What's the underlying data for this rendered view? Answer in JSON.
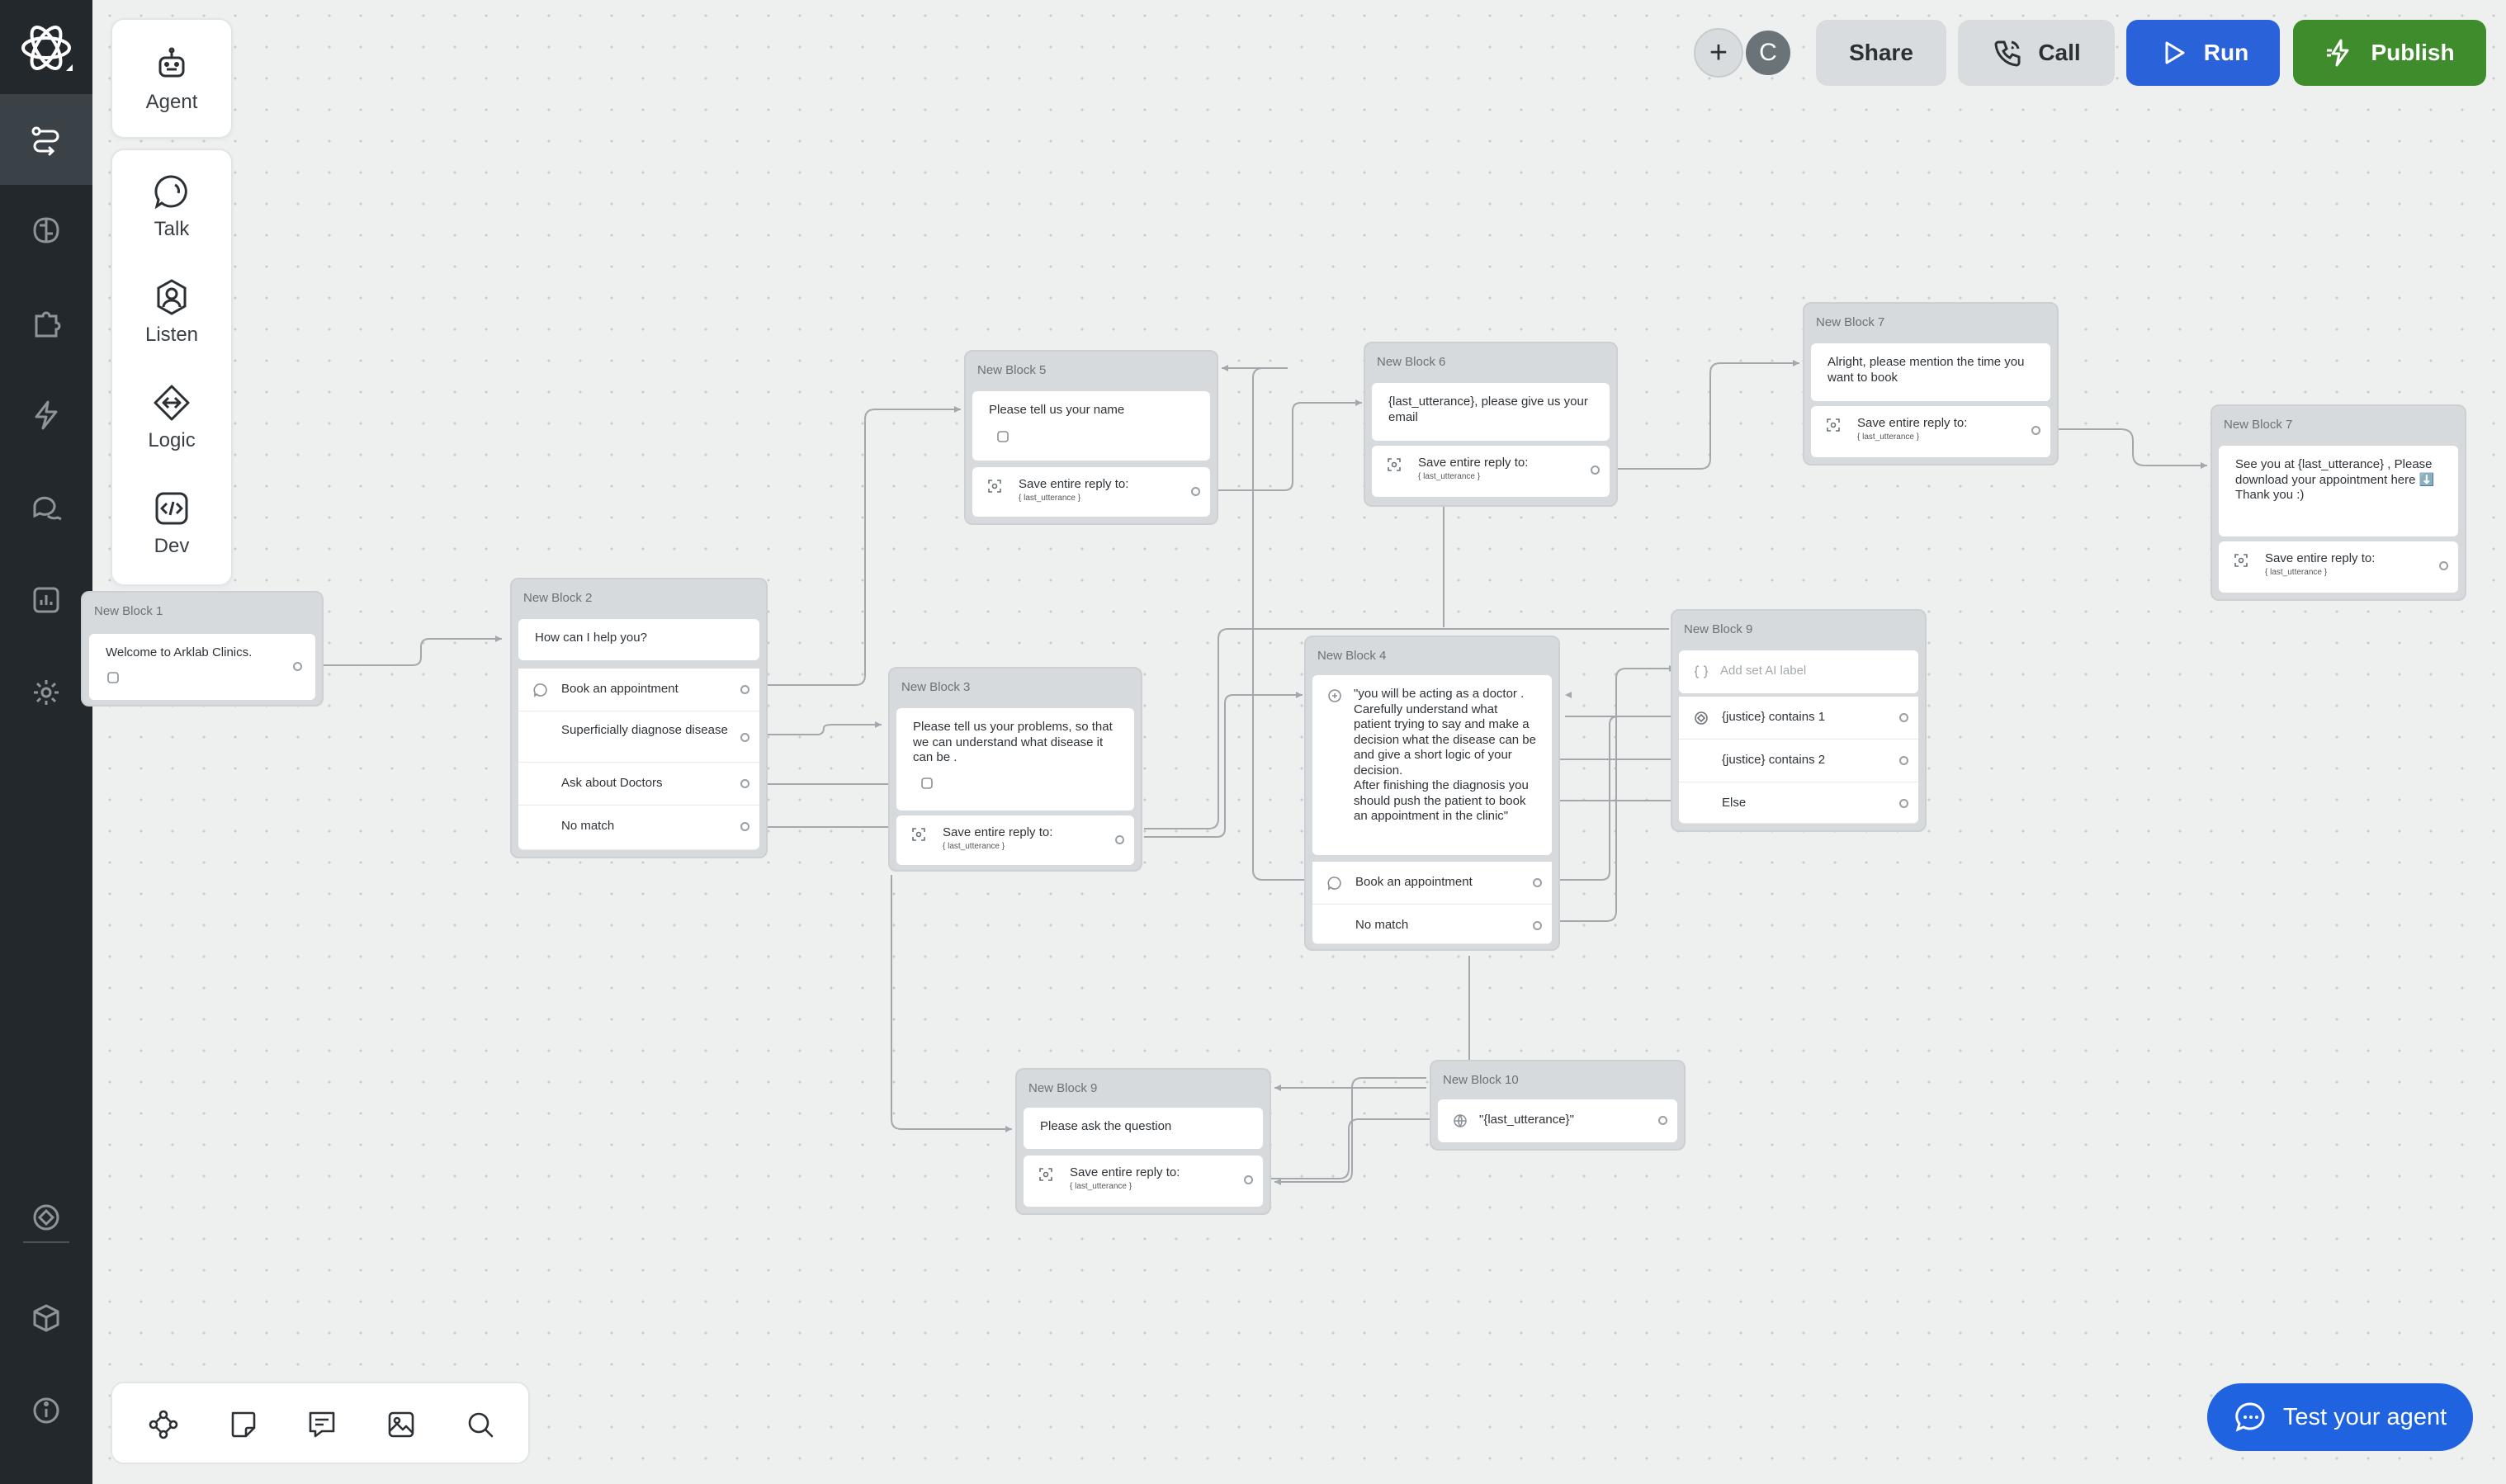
{
  "toolbar": {
    "add_label": "+",
    "avatar_initial": "C",
    "share_label": "Share",
    "call_label": "Call",
    "run_label": "Run",
    "publish_label": "Publish"
  },
  "palette": {
    "agent_label": "Agent",
    "talk_label": "Talk",
    "listen_label": "Listen",
    "logic_label": "Logic",
    "dev_label": "Dev"
  },
  "sidebar": {
    "items": [
      "flow-icon",
      "brain-icon",
      "puzzle-icon",
      "lightning-icon",
      "chat-icon",
      "chart-icon",
      "settings-icon",
      "target-icon",
      "cube-icon",
      "info-icon"
    ],
    "active": "flow-icon"
  },
  "blocks": {
    "b1": {
      "title": "New Block 1",
      "text": "Welcome to Arklab Clinics."
    },
    "b2": {
      "title": "New Block 2",
      "text": "How can I help you?",
      "opt1": "Book an appointment",
      "opt2": "Superficially diagnose disease",
      "opt3": "Ask about Doctors",
      "opt4": "No match"
    },
    "b3": {
      "title": "New Block 3",
      "text": "Please tell us your problems, so that we can understand what disease it can be .",
      "save": "Save entire reply to:",
      "var": "{ last_utterance }"
    },
    "b4": {
      "title": "New Block 4",
      "text": "\"you will be acting as a doctor . Carefully understand what patient trying to say and make a decision what the disease can be and give a short logic of your decision.\nAfter finishing the diagnosis you should push the patient to book an appointment in the clinic\"",
      "opt1": "Book an appointment",
      "opt2": "No match"
    },
    "b5": {
      "title": "New Block 5",
      "text": "Please tell us your name",
      "save": "Save entire reply to:",
      "var": "{ last_utterance }"
    },
    "b6": {
      "title": "New Block 6",
      "text": "{last_utterance}, please give us your email",
      "save": "Save entire reply to:",
      "var": "{ last_utterance }"
    },
    "b7a": {
      "title": "New Block 7",
      "text": "Alright, please mention the time you want to book",
      "save": "Save entire reply to:",
      "var": "{ last_utterance }"
    },
    "b7b": {
      "title": "New Block 7",
      "text": "See you at  {last_utterance} , Please download your appointment here ⬇️\nThank you :)",
      "save": "Save entire reply to:",
      "var": "{ last_utterance }"
    },
    "b9a": {
      "title": "New Block 9",
      "placeholder": "Add set AI label",
      "opt1": "{justice} contains 1",
      "opt2": "{justice} contains 2",
      "opt3": "Else"
    },
    "b9b": {
      "title": "New Block 9",
      "text": "Please ask the question",
      "save": "Save entire reply to:",
      "var": "{ last_utterance }"
    },
    "b10": {
      "title": "New Block 10",
      "text": "\"{last_utterance}\""
    }
  },
  "test_agent_label": "Test your agent",
  "accent": {
    "run": "#2a63d9",
    "publish": "#3f8c2c",
    "rail": "#22282c",
    "test": "#1f63e0"
  }
}
